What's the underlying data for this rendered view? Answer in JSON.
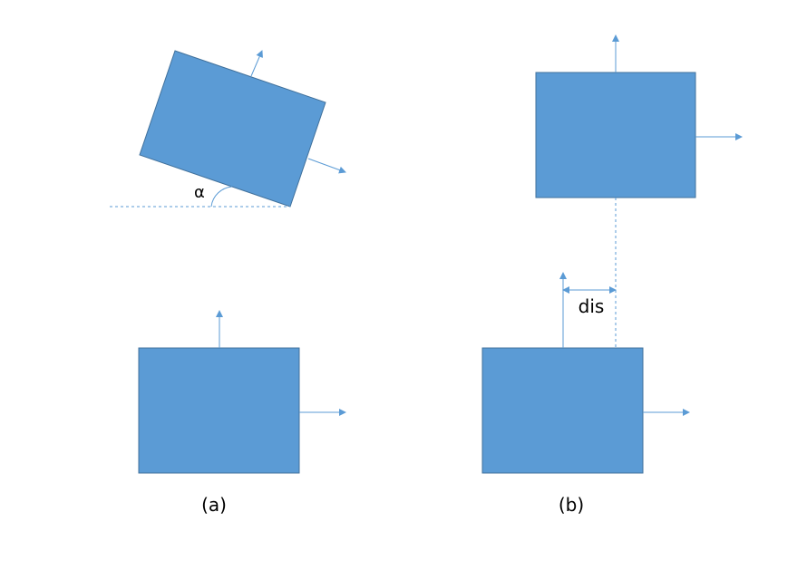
{
  "colors": {
    "box_fill": "#5b9bd5",
    "box_stroke": "#41719c",
    "arrow": "#5b9bd5",
    "text": "#000000"
  },
  "labels": {
    "angle": "α",
    "distance": "dis",
    "caption_a": "(a)",
    "caption_b": "(b)"
  }
}
